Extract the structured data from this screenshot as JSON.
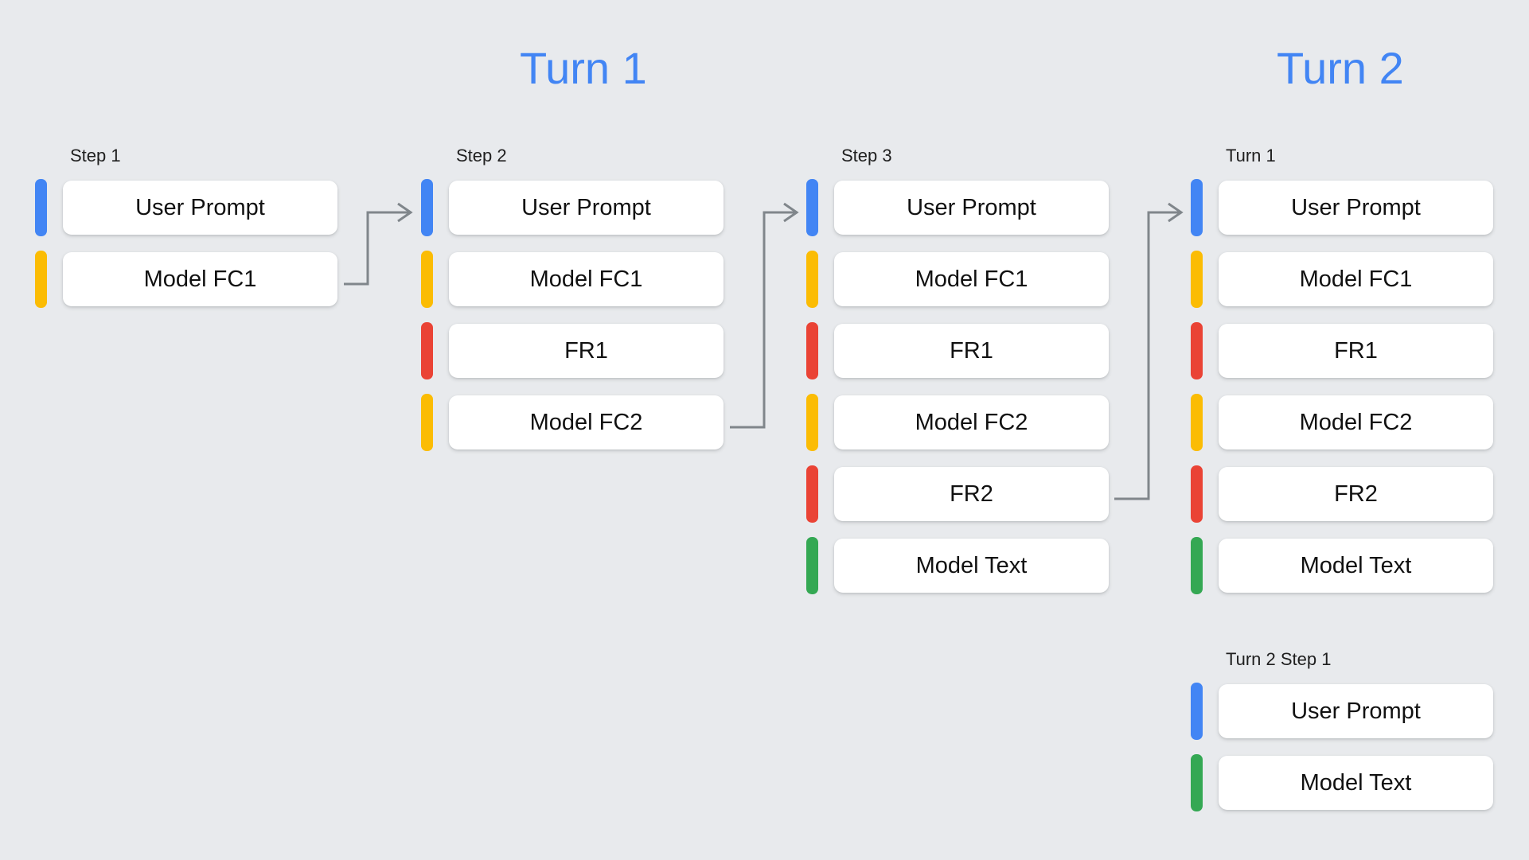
{
  "sections": {
    "turn1_title": "Turn 1",
    "turn2_title": "Turn 2"
  },
  "colors": {
    "background": "#e8eaed",
    "title_blue": "#4285F4",
    "bar_blue": "#4285F4",
    "bar_yellow": "#FBBC04",
    "bar_red": "#EA4335",
    "bar_green": "#34A853",
    "card_background": "#ffffff",
    "card_text": "#111111",
    "label_text": "#1f1f1f",
    "connector": "#80868b"
  },
  "columns": [
    {
      "id": "step-1",
      "label": "Step 1",
      "rows": [
        {
          "color": "bar_blue",
          "text": "User Prompt"
        },
        {
          "color": "bar_yellow",
          "text": "Model FC1"
        }
      ]
    },
    {
      "id": "step-2",
      "label": "Step 2",
      "rows": [
        {
          "color": "bar_blue",
          "text": "User Prompt"
        },
        {
          "color": "bar_yellow",
          "text": "Model FC1"
        },
        {
          "color": "bar_red",
          "text": "FR1"
        },
        {
          "color": "bar_yellow",
          "text": "Model FC2"
        }
      ]
    },
    {
      "id": "step-3",
      "label": "Step 3",
      "rows": [
        {
          "color": "bar_blue",
          "text": "User Prompt"
        },
        {
          "color": "bar_yellow",
          "text": "Model FC1"
        },
        {
          "color": "bar_red",
          "text": "FR1"
        },
        {
          "color": "bar_yellow",
          "text": "Model FC2"
        },
        {
          "color": "bar_red",
          "text": "FR2"
        },
        {
          "color": "bar_green",
          "text": "Model Text"
        }
      ]
    },
    {
      "id": "turn-2-turn-1",
      "label": "Turn 1",
      "rows": [
        {
          "color": "bar_blue",
          "text": "User Prompt"
        },
        {
          "color": "bar_yellow",
          "text": "Model FC1"
        },
        {
          "color": "bar_red",
          "text": "FR1"
        },
        {
          "color": "bar_yellow",
          "text": "Model FC2"
        },
        {
          "color": "bar_red",
          "text": "FR2"
        },
        {
          "color": "bar_green",
          "text": "Model Text"
        }
      ]
    },
    {
      "id": "turn-2-step-1",
      "label": "Turn 2 Step 1",
      "rows": [
        {
          "color": "bar_blue",
          "text": "User Prompt"
        },
        {
          "color": "bar_green",
          "text": "Model Text"
        }
      ]
    }
  ],
  "connectors": [
    {
      "id": "arrow-step1-to-step2",
      "from": "step-1 Model FC1",
      "to": "step-2 User Prompt"
    },
    {
      "id": "arrow-step2-to-step3",
      "from": "step-2 Model FC2",
      "to": "step-3 User Prompt"
    },
    {
      "id": "arrow-step3-to-turn1",
      "from": "step-3 FR2",
      "to": "turn-2-turn-1 User Prompt"
    }
  ]
}
